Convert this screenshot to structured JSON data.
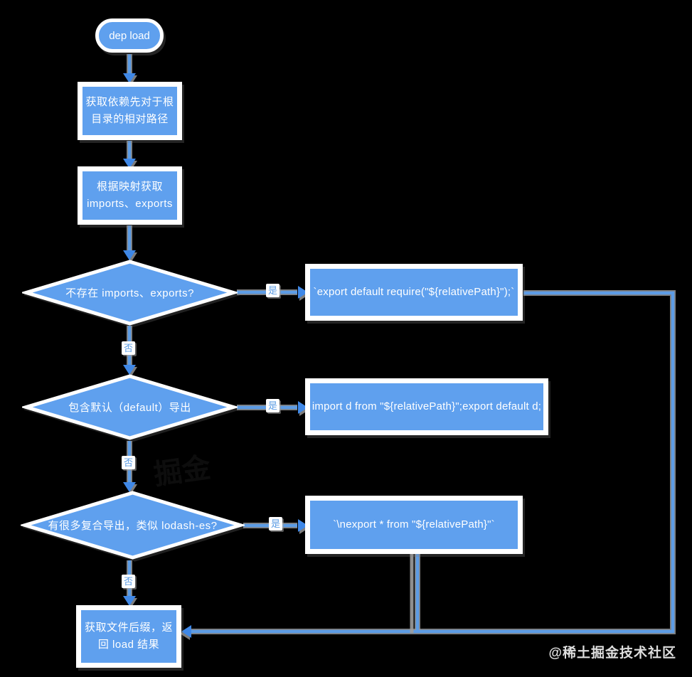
{
  "page": {
    "background": "#000000"
  },
  "palette": {
    "node_fill": "#5FA0EE",
    "node_border": "#FFFFFF",
    "node_text": "#FFFFFF",
    "connector": "#5D9CE5",
    "connector_shadow": "#9E9E9E",
    "arrowhead": "#3F88E7",
    "edge_label_text": "#5B9CE4",
    "edge_label_bg": "#FFFFFF"
  },
  "flowchart": {
    "start": {
      "label": "dep load"
    },
    "step_get_relative_path": {
      "line1": "获取依赖先对于根",
      "line2": "目录的相对路径"
    },
    "step_get_mappings": {
      "line1": "根据映射获取",
      "line2": "imports、exports"
    },
    "decision_no_imports_exports": {
      "label": "不存在 imports、exports?"
    },
    "result_require": {
      "label": "`export default require(\"${relativePath}\");`"
    },
    "decision_default_export": {
      "label": "包含默认（default）导出"
    },
    "result_import_default": {
      "label": "import d from \"${relativePath}\";export default d;"
    },
    "decision_compound_exports": {
      "label": "有很多复合导出，类似 lodash-es?"
    },
    "result_export_star": {
      "label": "`\\nexport * from \"${relativePath}\"`"
    },
    "step_final": {
      "line1": "获取文件后缀，返",
      "line2": "回 load 结果"
    },
    "edge_labels": {
      "yes": "是",
      "no": "否"
    }
  },
  "watermark": {
    "brand": "@稀土掘金技术社区",
    "faint": "掘金"
  }
}
